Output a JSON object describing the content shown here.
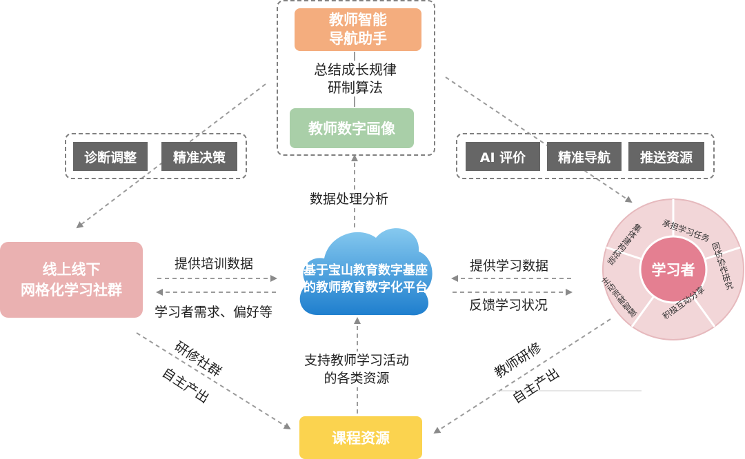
{
  "top_box": {
    "assistant": "教师智能\n导航助手",
    "summary": "总结成长规律\n研制算法",
    "portrait": "教师数字画像"
  },
  "left_tags": [
    "诊断调整",
    "精准决策"
  ],
  "right_tags": [
    "AI 评价",
    "精准导航",
    "推送资源"
  ],
  "community": "线上线下\n网格化学习社群",
  "cloud": "基于宝山教育数字基座\n的教师教育数字化平台",
  "course": "课程资源",
  "learner": {
    "center": "学习者",
    "segments": [
      "承担学习任务",
      "同侪协作研究",
      "积极互动分享",
      "主动贡献智慧",
      "集体建构经验"
    ]
  },
  "labels": {
    "data_analysis": "数据处理分析",
    "provide_training": "提供培训数据",
    "learner_needs": "学习者需求、偏好等",
    "provide_learning": "提供学习数据",
    "feedback": "反馈学习状况",
    "support": "支持教师学习活动\n的各类资源",
    "research_left_1": "研修社群",
    "research_left_2": "自主产出",
    "research_right_1": "教师研修",
    "research_right_2": "自主产出"
  },
  "colors": {
    "assistant": "#f4ad7e",
    "portrait": "#a9cfa8",
    "community": "#eab1b1",
    "course": "#fbd34f",
    "cloud_top": "#86c9ef",
    "cloud_bottom": "#1f7fce",
    "learner_center": "#e47f91",
    "learner_ring": "#f2d6d8",
    "tag": "#666666"
  }
}
